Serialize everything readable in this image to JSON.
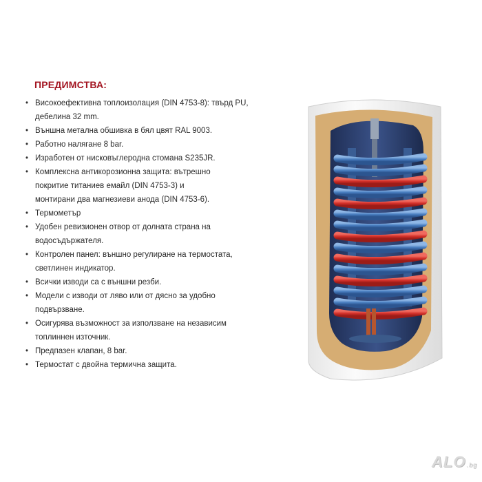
{
  "heading": "ПРЕДИМСТВА:",
  "features": [
    {
      "lines": [
        "Високоефективна топлоизолация (DIN 4753-8): твърд PU,",
        "дебелина 32 mm."
      ]
    },
    {
      "lines": [
        "Външна метална обшивка в бял цвят RAL 9003."
      ]
    },
    {
      "lines": [
        "Работно налягане 8 bar."
      ]
    },
    {
      "lines": [
        "Изработен от нисковъглеродна стомана S235JR."
      ]
    },
    {
      "lines": [
        "Комплексна антикорозионна защита: вътрешно",
        "покритие титаниев емайл (DIN 4753-3) и",
        "монтирани два магнезиеви анода (DIN 4753-6)."
      ]
    },
    {
      "lines": [
        "Термометър"
      ]
    },
    {
      "lines": [
        "Удобен ревизионен отвор от долната страна на",
        "водосъдържателя."
      ]
    },
    {
      "lines": [
        "Контролен панел: външно регулиране на термостата,",
        "светлинен индикатор."
      ]
    },
    {
      "lines": [
        "Всички изводи са с външни резби."
      ]
    },
    {
      "lines": [
        "Модели с изводи от ляво или от дясно за удобно",
        "подвързване."
      ]
    },
    {
      "lines": [
        "Осигурява възможност за използване на независим",
        "топлиннен източник."
      ]
    },
    {
      "lines": [
        "Предпазен клапан, 8 bar."
      ]
    },
    {
      "lines": [
        "Термостат с двойна термична защита."
      ]
    }
  ],
  "illustration": {
    "icon": "water-heater-cutaway-icon",
    "colors": {
      "shell": "#f2f2f2",
      "insulation": "#d8b27a",
      "tank_interior": "#2f4372",
      "coil_blue": "#4f86c6",
      "coil_red": "#d4322b"
    }
  },
  "watermark": {
    "brand": "ALO",
    "suffix": ".bg"
  }
}
